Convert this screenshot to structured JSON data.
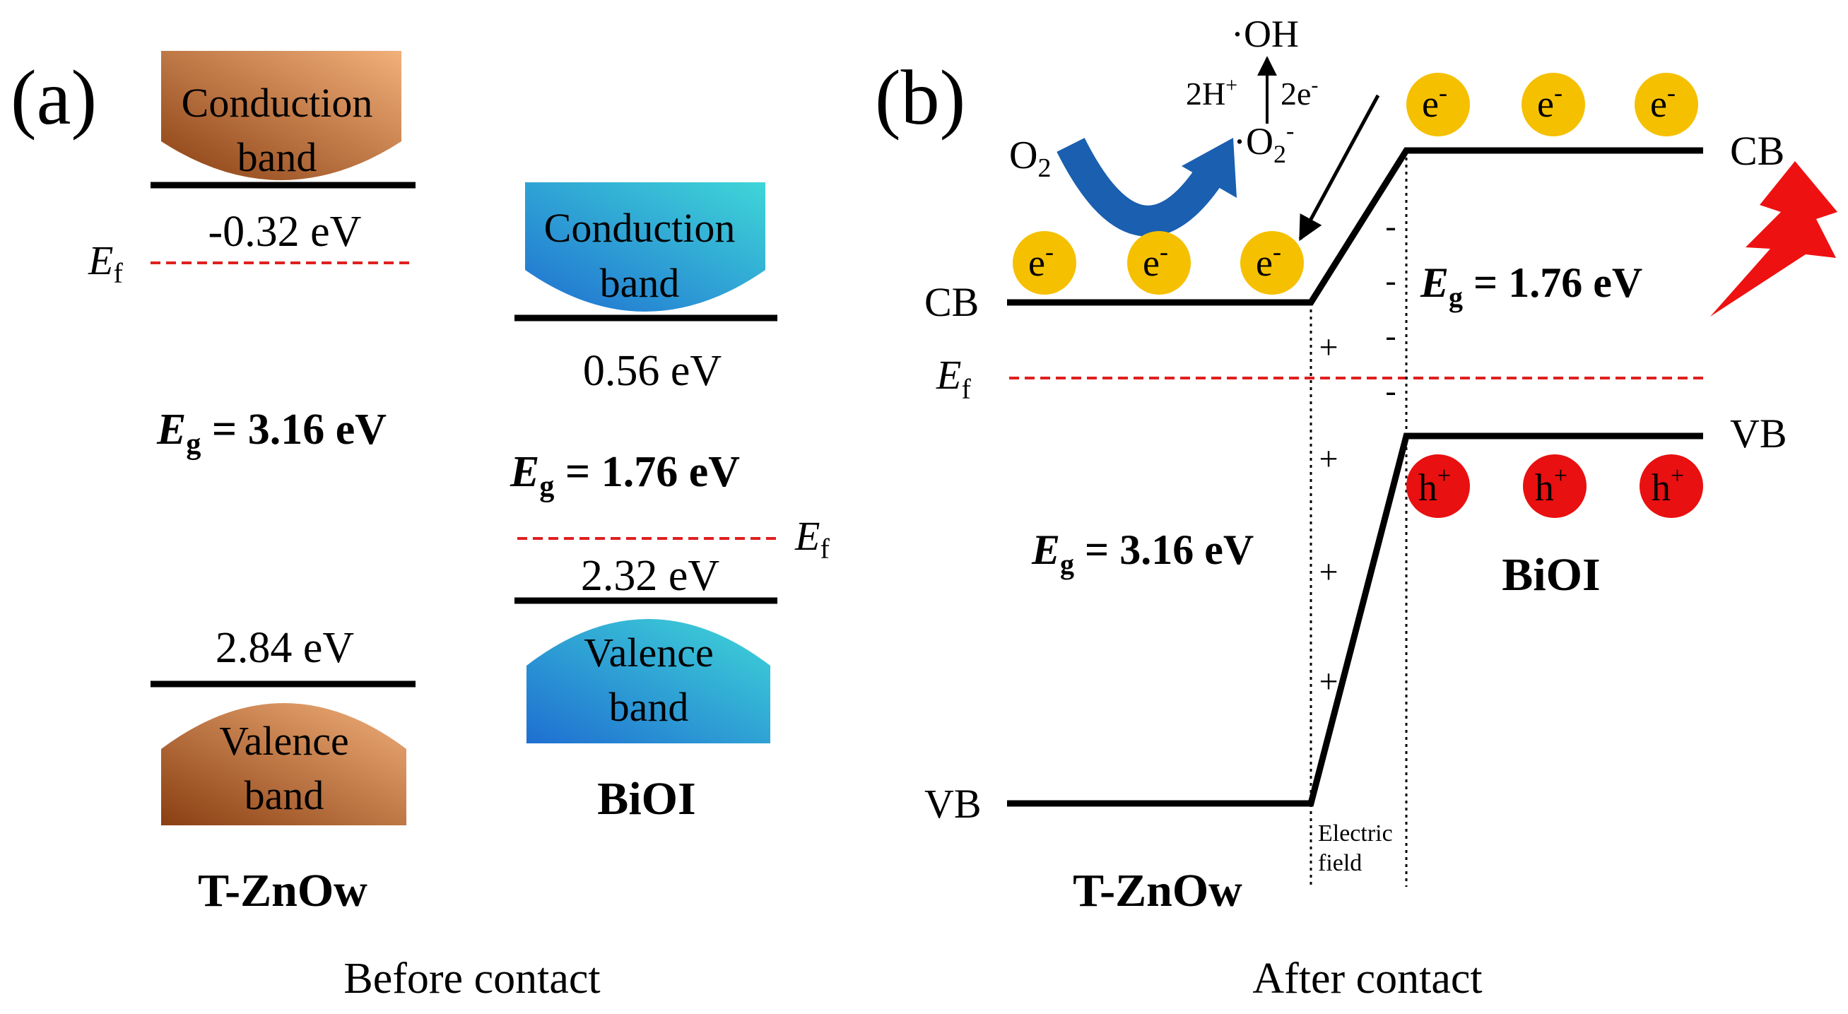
{
  "panel_a": {
    "label": "(a)",
    "zno": {
      "cb_text_1": "Conduction",
      "cb_text_2": "band",
      "cb_energy": "-0.32 eV",
      "ef_symbol": "E",
      "ef_sub": "f",
      "eg_symbol": "E",
      "eg_sub": "g",
      "eg_value": " = 3.16  eV",
      "vb_energy": "2.84 eV",
      "vb_text_1": "Valence",
      "vb_text_2": "band",
      "name": "T-ZnOw"
    },
    "bioi": {
      "cb_text_1": "Conduction",
      "cb_text_2": "band",
      "cb_energy": "0.56 eV",
      "eg_symbol": "E",
      "eg_sub": "g",
      "eg_value": " = 1.76  eV",
      "ef_symbol": "E",
      "ef_sub": "f",
      "vb_energy": "2.32 eV",
      "vb_text_1": "Valence",
      "vb_text_2": "band",
      "name": "BiOI"
    },
    "caption": "Before contact"
  },
  "panel_b": {
    "label": "(b)",
    "oh": "·OH",
    "h_plus": "2H",
    "h_sup": "+",
    "two_e": "2e",
    "two_e_sup": "-",
    "o2_left": "O",
    "o2_left_sub": "2",
    "o2_radical": "·O",
    "o2_radical_sub": "2",
    "o2_radical_sup": "-",
    "electron": "e",
    "electron_sup": "-",
    "hole": "h",
    "hole_sup": "+",
    "cb_left": "CB",
    "cb_right": "CB",
    "vb_left": "VB",
    "vb_right": "VB",
    "ef_symbol": "E",
    "ef_sub": "f",
    "eg_bioi_symbol": "E",
    "eg_bioi_sub": "g",
    "eg_bioi_value": " = 1.76  eV",
    "eg_zno_symbol": "E",
    "eg_zno_sub": "g",
    "eg_zno_value": " = 3.16  eV",
    "minus": "-",
    "plus": "+",
    "field_1": "Electric",
    "field_2": "field",
    "name_zno": "T-ZnOw",
    "name_bioi": "BiOI",
    "caption": "After contact"
  },
  "colors": {
    "zno_band_dark": "#8a3f12",
    "zno_band_light": "#f2b07a",
    "bioi_band_dark": "#1f6fd1",
    "bioi_band_light": "#3fd6d8",
    "fermi_line": "#e02020",
    "electron": "#f5c000",
    "hole": "#e81010",
    "arrow_blue": "#1a5fb0",
    "lightning": "#ee1111"
  }
}
